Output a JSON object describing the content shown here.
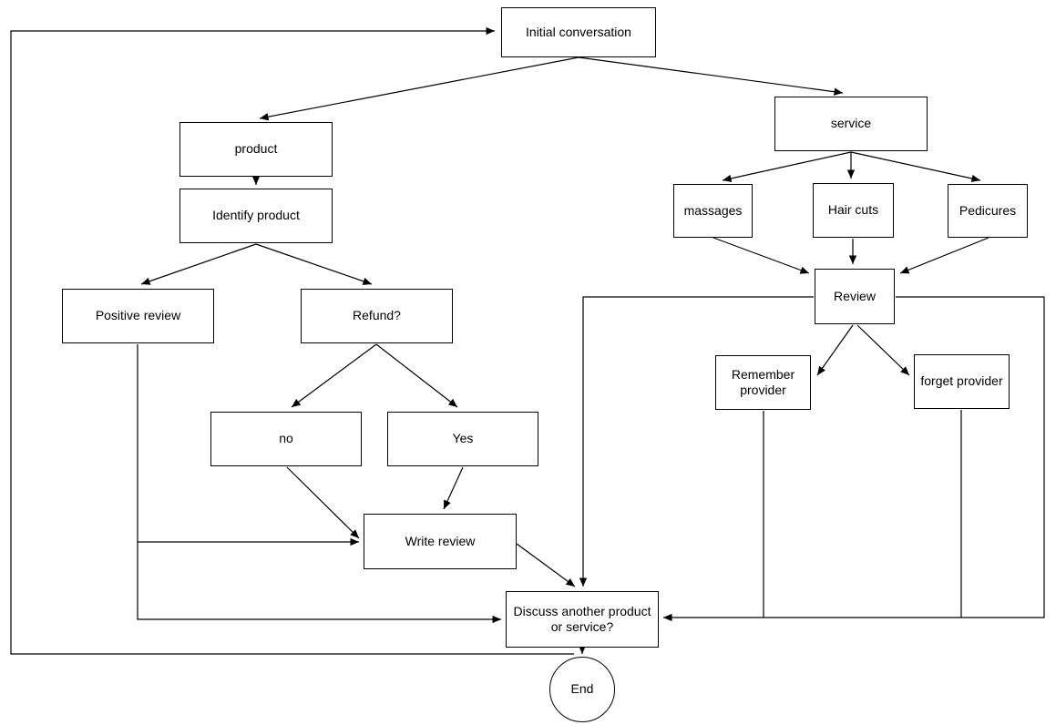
{
  "diagram": {
    "type": "flowchart",
    "background_color": "#ffffff",
    "stroke_color": "#000000",
    "nodes": {
      "initial_conversation": {
        "label": "Initial conversation",
        "shape": "rect"
      },
      "product": {
        "label": "product",
        "shape": "rect"
      },
      "identify_product": {
        "label": "Identify product",
        "shape": "rect"
      },
      "positive_review": {
        "label": "Positive review",
        "shape": "rect"
      },
      "refund": {
        "label": "Refund?",
        "shape": "rect"
      },
      "no": {
        "label": "no",
        "shape": "rect"
      },
      "yes": {
        "label": "Yes",
        "shape": "rect"
      },
      "write_review": {
        "label": "Write review",
        "shape": "rect"
      },
      "discuss_another": {
        "label": "Discuss another product or service?",
        "shape": "rect"
      },
      "end": {
        "label": "End",
        "shape": "circle"
      },
      "service": {
        "label": "service",
        "shape": "rect"
      },
      "massages": {
        "label": "massages",
        "shape": "rect"
      },
      "hair_cuts": {
        "label": "Hair cuts",
        "shape": "rect"
      },
      "pedicures": {
        "label": "Pedicures",
        "shape": "rect"
      },
      "review": {
        "label": "Review",
        "shape": "rect"
      },
      "remember_provider": {
        "label": "Remember provider",
        "shape": "rect"
      },
      "forget_provider": {
        "label": "forget provider",
        "shape": "rect"
      }
    },
    "edges": [
      {
        "from": "initial_conversation",
        "to": "product"
      },
      {
        "from": "initial_conversation",
        "to": "service"
      },
      {
        "from": "product",
        "to": "identify_product"
      },
      {
        "from": "identify_product",
        "to": "positive_review"
      },
      {
        "from": "identify_product",
        "to": "refund"
      },
      {
        "from": "refund",
        "to": "no"
      },
      {
        "from": "refund",
        "to": "yes"
      },
      {
        "from": "no",
        "to": "write_review"
      },
      {
        "from": "yes",
        "to": "write_review"
      },
      {
        "from": "positive_review",
        "to": "write_review"
      },
      {
        "from": "positive_review",
        "to": "discuss_another"
      },
      {
        "from": "write_review",
        "to": "discuss_another"
      },
      {
        "from": "review",
        "to": "discuss_another"
      },
      {
        "from": "service",
        "to": "massages"
      },
      {
        "from": "service",
        "to": "hair_cuts"
      },
      {
        "from": "service",
        "to": "pedicures"
      },
      {
        "from": "massages",
        "to": "review"
      },
      {
        "from": "hair_cuts",
        "to": "review"
      },
      {
        "from": "pedicures",
        "to": "review"
      },
      {
        "from": "review",
        "to": "remember_provider"
      },
      {
        "from": "review",
        "to": "forget_provider"
      },
      {
        "from": "remember_provider",
        "to": "discuss_another"
      },
      {
        "from": "forget_provider",
        "to": "discuss_another"
      },
      {
        "from": "discuss_another",
        "to": "end"
      },
      {
        "from": "discuss_another",
        "to": "initial_conversation"
      }
    ]
  }
}
